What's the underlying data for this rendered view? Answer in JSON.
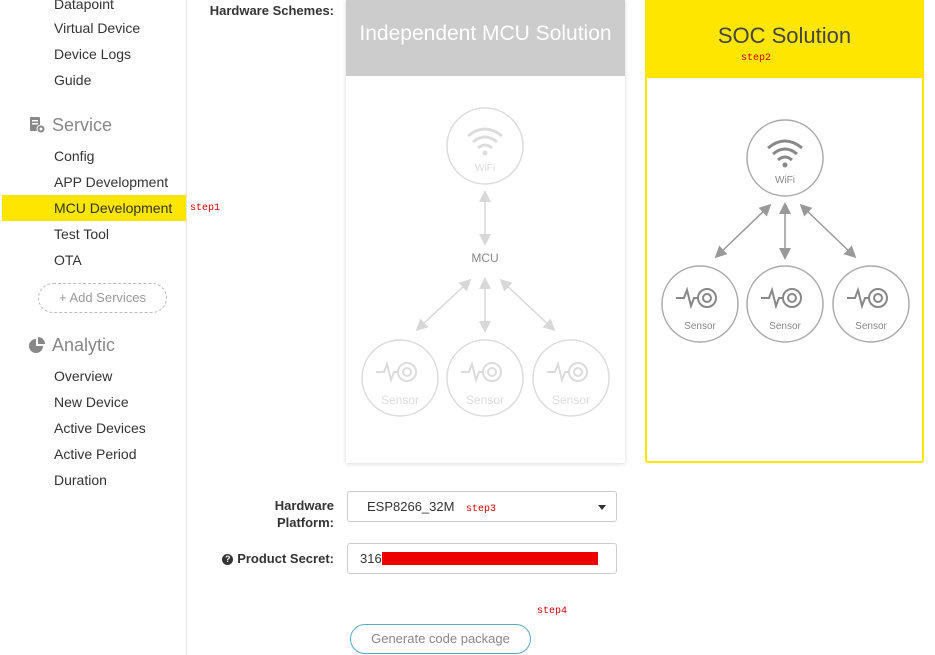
{
  "sidebar": {
    "items_top": [
      "Datapoint",
      "Virtual Device",
      "Device Logs",
      "Guide"
    ],
    "service_section": "Service",
    "service_items": [
      "Config",
      "APP Development",
      "MCU Development",
      "Test Tool",
      "OTA"
    ],
    "add_services": "+ Add Services",
    "analytic_section": "Analytic",
    "analytic_items": [
      "Overview",
      "New Device",
      "Active Devices",
      "Active Period",
      "Duration"
    ],
    "active_item": "MCU Development"
  },
  "annotations": {
    "step1": "step1",
    "step2": "step2",
    "step3": "step3",
    "step4": "step4"
  },
  "form": {
    "hardware_schemes_label": "Hardware Schemes:",
    "hardware_platform_label_1": "Hardware",
    "hardware_platform_label_2": "Platform:",
    "product_secret_label": "Product Secret:",
    "platform_value": "ESP8266_32M",
    "secret_value": "316",
    "generate_button": "Generate code package"
  },
  "schemes": {
    "mcu": {
      "title": "Independent MCU Solution",
      "wifi_label": "WiFi",
      "mcu_label": "MCU",
      "sensor_label": "Sensor"
    },
    "soc": {
      "title": "SOC Solution",
      "wifi_label": "WiFi",
      "sensor_label": "Sensor"
    }
  },
  "colors": {
    "accent": "#ffe600",
    "annotation": "#d00000",
    "redaction": "#ee0000",
    "button_border": "#5aa9c8"
  }
}
